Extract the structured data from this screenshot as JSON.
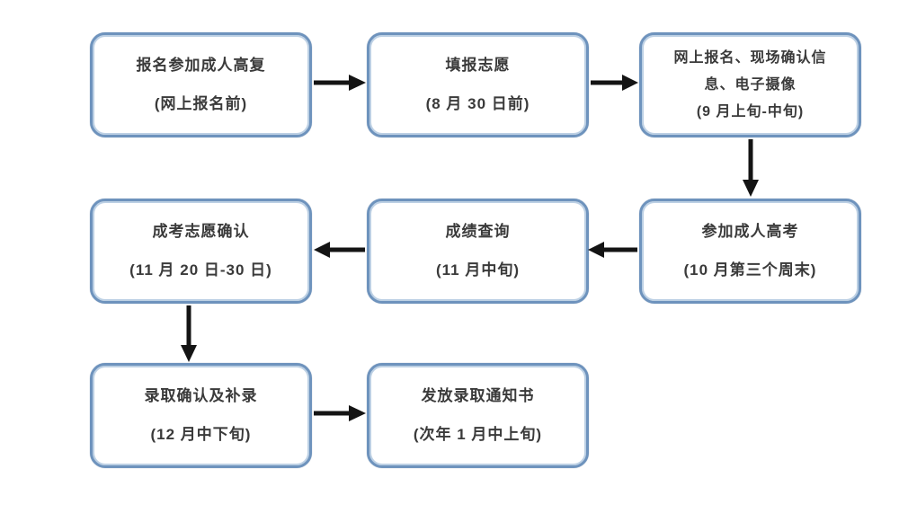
{
  "diagram": {
    "type": "flowchart",
    "colors": {
      "box_border": "#6e93bd",
      "box_border_inner": "#bcd0e4",
      "box_fill": "#ffffff",
      "arrow": "#141414",
      "text": "#3a3a3a",
      "background": "#ffffff"
    },
    "nodes": [
      {
        "id": "signup-review",
        "lines": [
          "报名参加成人高复",
          "(网上报名前)"
        ]
      },
      {
        "id": "fill-preferences",
        "lines": [
          "填报志愿",
          "(8 月 30 日前)"
        ]
      },
      {
        "id": "online-register",
        "lines": [
          "网上报名、现场确认信",
          "息、电子摄像",
          "(9 月上旬-中旬)"
        ]
      },
      {
        "id": "take-exam",
        "lines": [
          "参加成人高考",
          "(10 月第三个周末)"
        ]
      },
      {
        "id": "score-query",
        "lines": [
          "成绩查询",
          "(11 月中旬)"
        ]
      },
      {
        "id": "confirm-preference",
        "lines": [
          "成考志愿确认",
          "(11 月 20 日-30 日)"
        ]
      },
      {
        "id": "admission-confirm",
        "lines": [
          "录取确认及补录",
          "(12 月中下旬)"
        ]
      },
      {
        "id": "send-notice",
        "lines": [
          "发放录取通知书",
          "(次年 1 月中上旬)"
        ]
      }
    ],
    "edges": [
      {
        "from": "signup-review",
        "to": "fill-preferences",
        "direction": "right"
      },
      {
        "from": "fill-preferences",
        "to": "online-register",
        "direction": "right"
      },
      {
        "from": "online-register",
        "to": "take-exam",
        "direction": "down"
      },
      {
        "from": "take-exam",
        "to": "score-query",
        "direction": "left"
      },
      {
        "from": "score-query",
        "to": "confirm-preference",
        "direction": "left"
      },
      {
        "from": "confirm-preference",
        "to": "admission-confirm",
        "direction": "down"
      },
      {
        "from": "admission-confirm",
        "to": "send-notice",
        "direction": "right"
      }
    ]
  }
}
